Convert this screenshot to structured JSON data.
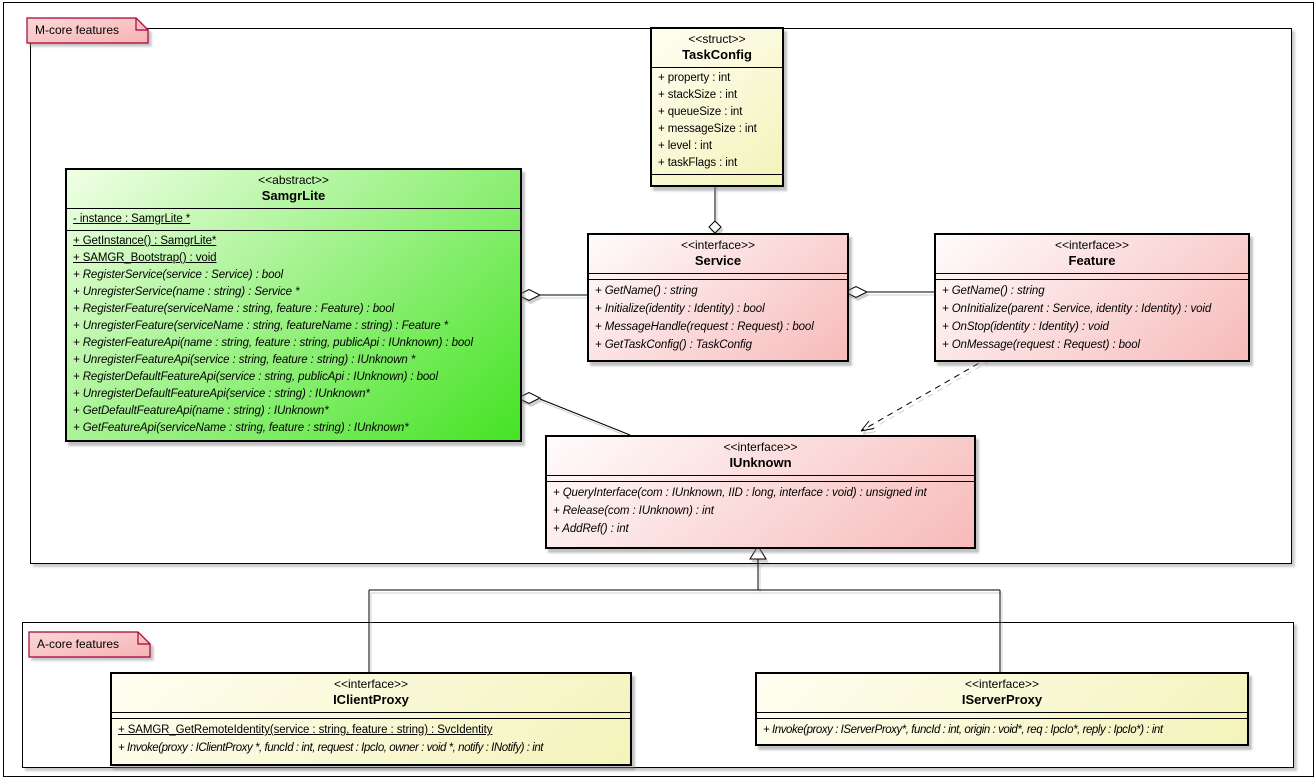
{
  "diagram": {
    "notes": {
      "m_core": {
        "label": "M-core features"
      },
      "a_core": {
        "label": "A-core features"
      }
    },
    "classes": {
      "taskConfig": {
        "stereotype": "<<struct>>",
        "name": "TaskConfig",
        "attributes": [
          {
            "text": "+ property : int"
          },
          {
            "text": "+ stackSize : int"
          },
          {
            "text": "+ queueSize : int"
          },
          {
            "text": "+ messageSize : int"
          },
          {
            "text": "+ level : int"
          },
          {
            "text": "+ taskFlags : int"
          }
        ],
        "methods": []
      },
      "samgrLite": {
        "stereotype": "<<abstract>>",
        "name": "SamgrLite",
        "attributes": [
          {
            "text": "- instance : SamgrLite *",
            "style": "static"
          }
        ],
        "methods": [
          {
            "text": "+ GetInstance() : SamgrLite*",
            "style": "static"
          },
          {
            "text": "+ SAMGR_Bootstrap() : void",
            "style": "static"
          },
          {
            "text": "+ RegisterService(service : Service) : bool",
            "style": "abstract"
          },
          {
            "text": "+ UnregisterService(name : string) : Service *",
            "style": "abstract"
          },
          {
            "text": "+ RegisterFeature(serviceName : string, feature : Feature) : bool",
            "style": "abstract"
          },
          {
            "text": "+ UnregisterFeature(serviceName : string, featureName : string) : Feature *",
            "style": "abstract"
          },
          {
            "text": "+ RegisterFeatureApi(name : string, feature : string, publicApi : IUnknown) : bool",
            "style": "abstract"
          },
          {
            "text": "+ UnregisterFeatureApi(service : string, feature : string) : IUnknown *",
            "style": "abstract"
          },
          {
            "text": "+ RegisterDefaultFeatureApi(service : string, publicApi : IUnknown) : bool",
            "style": "abstract"
          },
          {
            "text": "+ UnregisterDefaultFeatureApi(service : string) : IUnknown*",
            "style": "abstract"
          },
          {
            "text": "+ GetDefaultFeatureApi(name : string) : IUnknown*",
            "style": "abstract"
          },
          {
            "text": "+ GetFeatureApi(serviceName : string, feature : string) : IUnknown*",
            "style": "abstract"
          }
        ]
      },
      "service": {
        "stereotype": "<<interface>>",
        "name": "Service",
        "attributes": [],
        "methods": [
          {
            "text": "+ GetName() : string",
            "style": "abstract"
          },
          {
            "text": "+ Initialize(identity : Identity) : bool",
            "style": "abstract"
          },
          {
            "text": "+ MessageHandle(request : Request) : bool",
            "style": "abstract"
          },
          {
            "text": "+ GetTaskConfig() : TaskConfig",
            "style": "abstract"
          }
        ]
      },
      "feature": {
        "stereotype": "<<interface>>",
        "name": "Feature",
        "attributes": [],
        "methods": [
          {
            "text": "+ GetName() : string",
            "style": "abstract"
          },
          {
            "text": "+ OnInitialize(parent : Service, identity : Identity) : void",
            "style": "abstract"
          },
          {
            "text": "+ OnStop(identity : Identity) : void",
            "style": "abstract"
          },
          {
            "text": "+ OnMessage(request : Request) : bool",
            "style": "abstract"
          }
        ]
      },
      "iUnknown": {
        "stereotype": "<<interface>>",
        "name": "IUnknown",
        "attributes": [],
        "methods": [
          {
            "text": "+ QueryInterface(com : IUnknown, IID : long, interface : void) : unsigned int",
            "style": "abstract"
          },
          {
            "text": "+ Release(com : IUnknown) : int",
            "style": "abstract"
          },
          {
            "text": "+ AddRef() : int",
            "style": "abstract"
          }
        ]
      },
      "iClientProxy": {
        "stereotype": "<<interface>>",
        "name": "IClientProxy",
        "attributes": [],
        "methods": [
          {
            "text": "+ SAMGR_GetRemoteIdentity(service : string, feature : string) : SvcIdentity",
            "style": "static"
          },
          {
            "text": "+ Invoke(proxy : IClientProxy *, funcId : int, request : IpcIo, owner : void *, notify : INotify) : int",
            "style": "abstract"
          }
        ]
      },
      "iServerProxy": {
        "stereotype": "<<interface>>",
        "name": "IServerProxy",
        "attributes": [],
        "methods": [
          {
            "text": "+ Invoke(proxy : IServerProxy*, funcId : int, origin : void*, req : IpcIo*, reply : IpcIo*) : int",
            "style": "abstract"
          }
        ]
      }
    },
    "relations": [
      {
        "from": "Service",
        "to": "TaskConfig",
        "type": "aggregation",
        "line": "solid"
      },
      {
        "from": "SamgrLite",
        "to": "Service",
        "type": "aggregation",
        "line": "solid"
      },
      {
        "from": "Service",
        "to": "Feature",
        "type": "aggregation",
        "line": "solid"
      },
      {
        "from": "SamgrLite",
        "to": "IUnknown",
        "type": "aggregation",
        "line": "solid"
      },
      {
        "from": "Feature",
        "to": "IUnknown",
        "type": "dependency",
        "line": "dashed"
      },
      {
        "from": "IClientProxy",
        "to": "IUnknown",
        "type": "generalization",
        "line": "solid"
      },
      {
        "from": "IServerProxy",
        "to": "IUnknown",
        "type": "generalization",
        "line": "solid"
      }
    ],
    "colors": {
      "class_yellow": "#f3f3ba",
      "class_green": "#45e324",
      "class_pink": "#f7baba",
      "note_fill": "#f8c4c4",
      "note_border": "#a80036",
      "box_border": "#000000"
    }
  }
}
